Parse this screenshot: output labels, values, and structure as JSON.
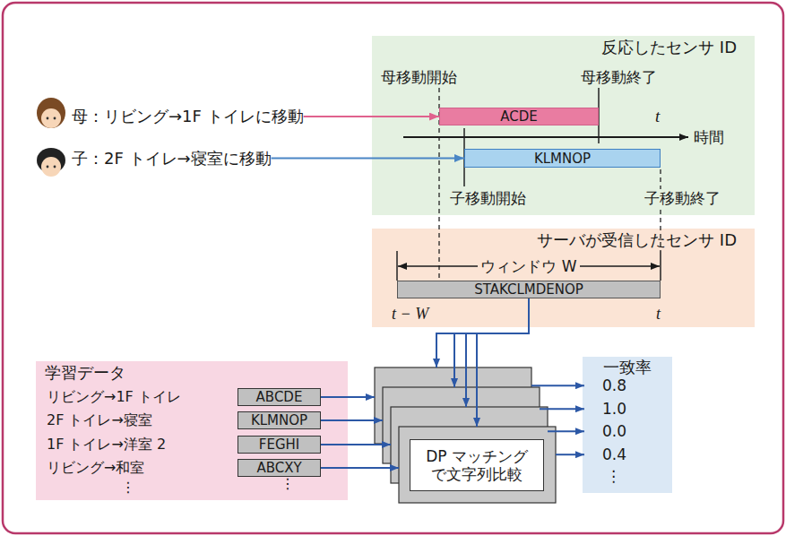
{
  "diagram": {
    "nodes": [
      {
        "text": [
          "反応したセンサ ID"
        ]
      },
      {
        "text": [
          "ACDE"
        ],
        "in": 0
      },
      {
        "text": [
          "KLMNOP"
        ],
        "in": 0
      },
      {
        "text": [
          "母：リビング→1F トイレに移動"
        ]
      },
      {
        "text": [
          "子：2F トイレ→寝室に移動"
        ]
      },
      {
        "text": [
          "サーバが受信したセンサ ID"
        ]
      },
      {
        "text": [
          "STAKCLMDENOP"
        ],
        "in": 5
      },
      {
        "text": [
          "学習データ",
          "リビング→1F トイレ",
          "2F トイレ→寝室",
          "1F トイレ→洋室 2",
          "リビング→和室",
          "⋮"
        ]
      },
      {
        "text": [
          "ABCDE"
        ],
        "in": 7
      },
      {
        "text": [
          "KLMNOP"
        ],
        "in": 7
      },
      {
        "text": [
          "FEGHI"
        ],
        "in": 7
      },
      {
        "text": [
          "ABCXY"
        ],
        "in": 7
      },
      {
        "text": [
          "DP マッチング で文字列比較"
        ]
      },
      {
        "text": [
          "一致率",
          "0.8",
          "1.0",
          "0.0",
          "0.4",
          "⋮"
        ]
      }
    ],
    "edges": [
      {
        "from": 3,
        "to": 1,
        "arrow": "to"
      },
      {
        "from": 4,
        "to": 2,
        "arrow": "to"
      },
      {
        "from": 6,
        "to": 12,
        "arrow": "to"
      },
      {
        "from": 8,
        "to": 12,
        "arrow": "to"
      },
      {
        "from": 9,
        "to": 12,
        "arrow": "to"
      },
      {
        "from": 10,
        "to": 12,
        "arrow": "to"
      },
      {
        "from": 11,
        "to": 12,
        "arrow": "to"
      },
      {
        "from": 12,
        "to": 13,
        "arrow": "to"
      },
      {
        "from": 12,
        "to": 13,
        "arrow": "to"
      },
      {
        "from": 12,
        "to": 13,
        "arrow": "to"
      },
      {
        "from": 12,
        "to": 13,
        "arrow": "to"
      }
    ],
    "labels": [
      "母移動開始",
      "母移動終了",
      "t",
      "時間",
      "子移動開始",
      "子移動終了",
      "ウィンドウ W",
      "t − W",
      "t",
      "⋮"
    ]
  }
}
